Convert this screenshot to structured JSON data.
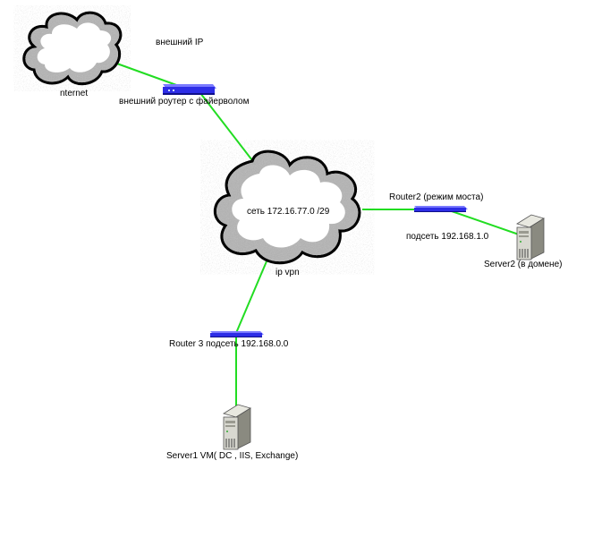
{
  "labels": {
    "external_ip": "внешний IP",
    "internet": "nternet",
    "external_router": "внешний роутер с файерволом",
    "network": "сеть 172.16.77.0 /29",
    "ip_vpn": "ip vpn",
    "router2": "Router2 (режим моста)",
    "subnet2": "подсеть 192.168.1.0",
    "server2": "Server2   (в домене)",
    "router3": "Router 3  подсеть 192.168.0.0",
    "server1": "Server1 VM( DC , IIS, Exchange)"
  },
  "colors": {
    "link": "#22dd22",
    "router_face": "#2d2de6",
    "router_top": "#7a7aff",
    "router_dark": "#10108a",
    "cloud_fill": "#ffffff",
    "cloud_edge": "#000000",
    "server_body": "#d8d8d0",
    "server_side": "#8a8a80"
  },
  "icons": {
    "internet": "cloud-icon",
    "vpn": "cloud-icon",
    "routers": "router-icon",
    "servers": "server-tower-icon"
  }
}
